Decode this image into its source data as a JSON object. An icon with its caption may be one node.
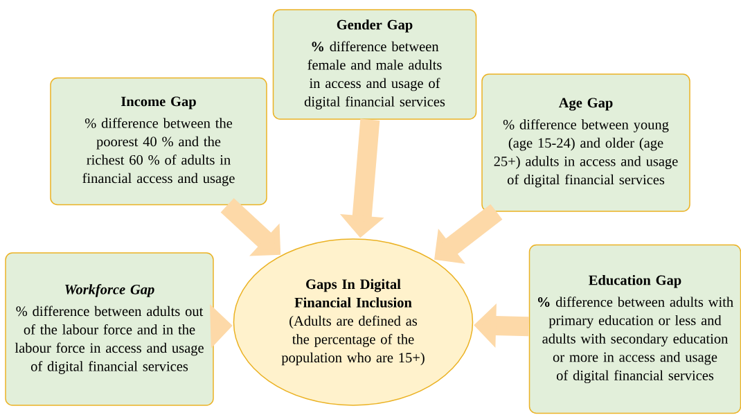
{
  "diagram": {
    "nodes": [
      {
        "text": [
          "Gender Gap",
          "**%** difference between female and male adults in access and usage of digital financial services"
        ]
      },
      {
        "text": [
          "Income Gap",
          "% difference between the poorest 40 % and the richest 60 % of adults in financial access and usage"
        ]
      },
      {
        "text": [
          "Age Gap",
          "% difference between young (age 15-24) and older (age 25+) adults in access and usage of digital financial services"
        ]
      },
      {
        "text": [
          "Workforce Gap",
          "% difference between adults out of the labour force and in the labour force in access and usage of digital financial services"
        ]
      },
      {
        "text": [
          "Gaps In Digital Financial Inclusion",
          "(Adults are defined as the percentage of the population who are 15+)"
        ]
      },
      {
        "text": [
          "Education Gap",
          "**%** difference between adults with primary education or less and adults with secondary education or more in access and usage of digital financial services"
        ]
      }
    ],
    "edges": [
      {
        "from": 0,
        "to": 4,
        "arrow": "to"
      },
      {
        "from": 1,
        "to": 4,
        "arrow": "to"
      },
      {
        "from": 2,
        "to": 4,
        "arrow": "to"
      },
      {
        "from": 3,
        "to": 4,
        "arrow": "to"
      },
      {
        "from": 5,
        "to": 4,
        "arrow": "to"
      }
    ]
  }
}
